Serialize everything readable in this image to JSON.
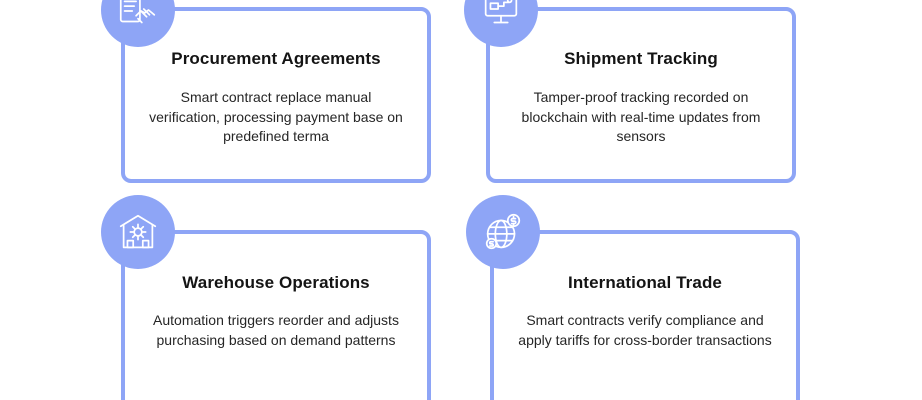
{
  "cards": [
    {
      "title": "Procurement Agreements",
      "description": "Smart contract replace manual verification, processing payment base on predefined terma",
      "icon": "handshake-contract-icon"
    },
    {
      "title": "Shipment Tracking",
      "description": "Tamper-proof tracking recorded on blockchain with real-time updates from sensors",
      "icon": "monitor-tracking-icon"
    },
    {
      "title": "Warehouse Operations",
      "description": "Automation triggers reorder and adjusts purchasing based on demand patterns",
      "icon": "warehouse-gear-icon"
    },
    {
      "title": "International Trade",
      "description": "Smart contracts verify compliance and apply tariffs for cross-border transactions",
      "icon": "globe-currency-icon"
    }
  ],
  "colors": {
    "accent": "#8ea5f6",
    "card_background": "#ffffff",
    "title_text": "#141414",
    "body_text": "#262626"
  }
}
